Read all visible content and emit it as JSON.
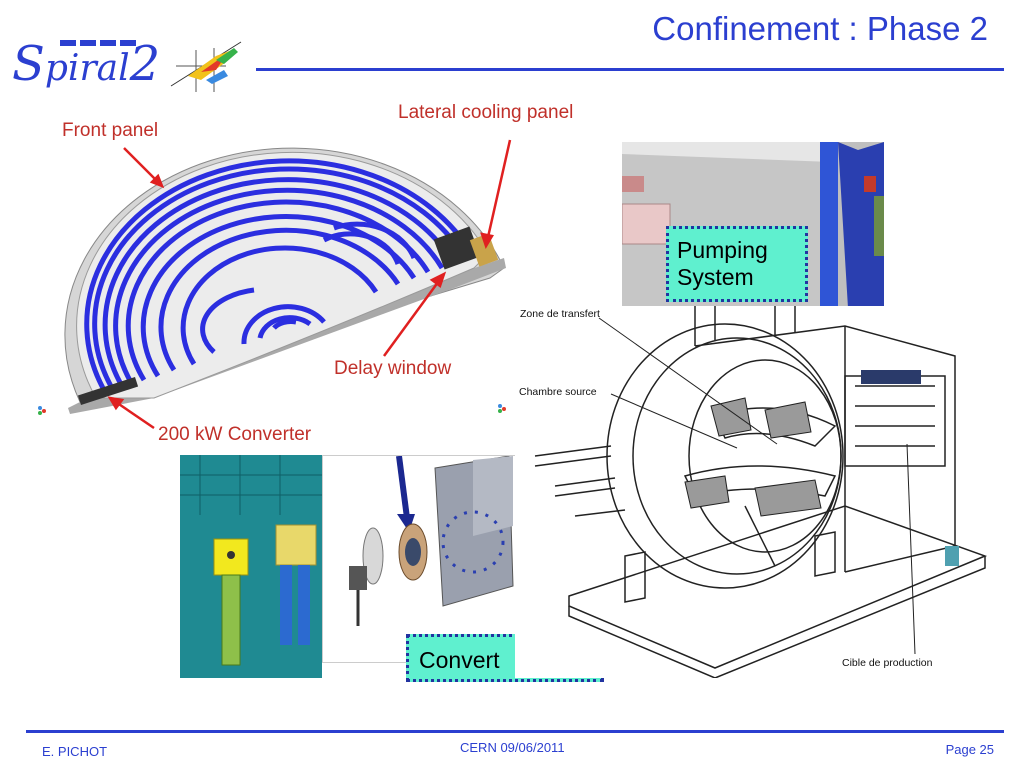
{
  "slide": {
    "title": "Confinement : Phase 2",
    "logo": {
      "text_prefix": "S",
      "text_main": "piral",
      "text_suffix": "2"
    }
  },
  "front_panel_figure": {
    "labels": {
      "front_panel": "Front panel",
      "lateral_cooling_panel": "Lateral cooling panel",
      "delay_window": "Delay window",
      "converter": "200 kW Converter"
    }
  },
  "pumping_figure": {
    "label": "Pumping System"
  },
  "converter_figure": {
    "label": "Convert"
  },
  "source_figure": {
    "labels": {
      "zone_transfert": "Zone de transfert",
      "chambre_source": "Chambre source",
      "cible_production": "Cible de production"
    }
  },
  "footer": {
    "author": "E. PICHOT",
    "event": "CERN 09/06/2011",
    "page": "Page 25"
  },
  "colors": {
    "accent": "#2b3fd0",
    "callout": "#c0302a",
    "tag_bg": "#5ff0cf"
  }
}
